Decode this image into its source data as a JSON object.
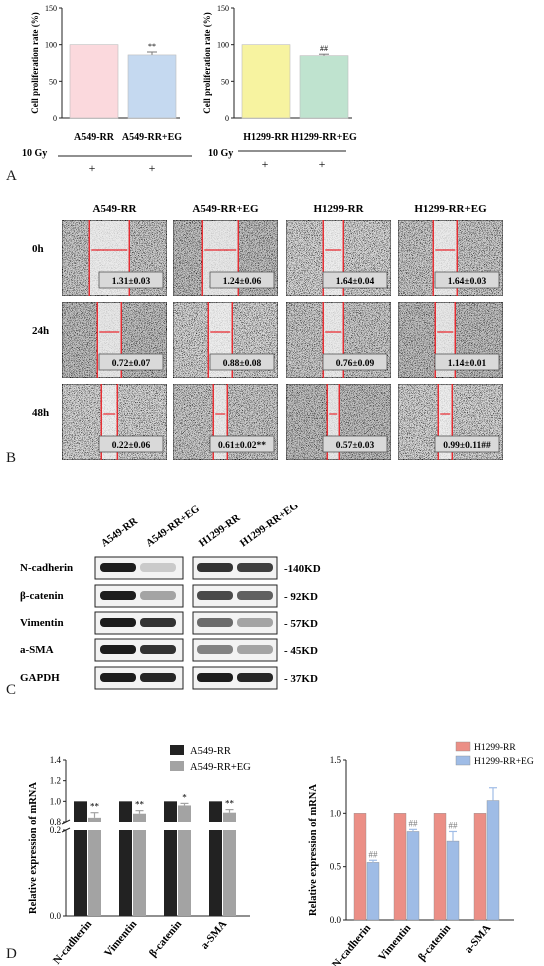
{
  "panels": {
    "A": "A",
    "B": "B",
    "C": "C",
    "D": "D"
  },
  "panel_a": {
    "condition_label": "10 Gy",
    "plus": "+",
    "left": {
      "ylabel": "Cell proliferation rate (%)",
      "categories": [
        "A549-RR",
        "A549-RR+EG"
      ],
      "values": [
        100,
        86
      ],
      "errors": [
        0,
        4
      ],
      "colors": [
        "#fbd9dd",
        "#c5d9f0"
      ],
      "annotations": [
        "",
        "**"
      ],
      "ylim": [
        0,
        150
      ],
      "yticks": [
        0,
        50,
        100,
        150
      ]
    },
    "right": {
      "ylabel": "Cell proliferation rate (%)",
      "categories": [
        "H1299-RR",
        "H1299-RR+EG"
      ],
      "values": [
        100,
        85
      ],
      "errors": [
        0,
        2
      ],
      "colors": [
        "#f7f3a0",
        "#bfe3cf"
      ],
      "annotations": [
        "",
        "##"
      ],
      "ylim": [
        0,
        150
      ],
      "yticks": [
        0,
        50,
        100,
        150
      ]
    }
  },
  "panel_b": {
    "columns": [
      "A549-RR",
      "A549-RR+EG",
      "H1299-RR",
      "H1299-RR+EG"
    ],
    "rows": [
      "0h",
      "24h",
      "48h"
    ],
    "values": [
      [
        "1.31±0.03",
        "1.24±0.06",
        "1.64±0.04",
        "1.64±0.03"
      ],
      [
        "0.72±0.07",
        "0.88±0.08",
        "0.76±0.09",
        "1.14±0.01"
      ],
      [
        "0.22±0.06",
        "0.61±0.02**",
        "0.57±0.03",
        "0.99±0.11##"
      ]
    ],
    "line_color": "#e8272d"
  },
  "panel_c": {
    "lanes": [
      "A549-RR",
      "A549-RR+EG",
      "H1299-RR",
      "H1299-RR+EG"
    ],
    "proteins": [
      "N-cadherin",
      "β-catenin",
      "Vimentin",
      "a-SMA",
      "GAPDH"
    ],
    "weights": [
      "-140KD",
      "- 92KD",
      "- 57KD",
      "- 45KD",
      "- 37KD"
    ]
  },
  "panel_d": {
    "left": {
      "ylabel": "Relative expression of mRNA",
      "categories": [
        "N-cadherin",
        "Vimentin",
        "β-catenin",
        "a-SMA"
      ],
      "series": [
        {
          "name": "A549-RR",
          "values": [
            1.0,
            1.0,
            1.0,
            1.0
          ],
          "errors": [
            0,
            0,
            0,
            0
          ],
          "color": "#222222"
        },
        {
          "name": "A549-RR+EG",
          "values": [
            0.84,
            0.88,
            0.96,
            0.89
          ],
          "errors": [
            0.05,
            0.03,
            0.02,
            0.03
          ],
          "color": "#a3a3a3"
        }
      ],
      "annotations": [
        "**",
        "**",
        "*",
        "**"
      ],
      "yticks_top": [
        "1.4",
        "1.2",
        "1.0",
        "0.8"
      ],
      "yticks_bottom": [
        "0.2",
        "0.0"
      ]
    },
    "right": {
      "ylabel": "Relative expression of mRNA",
      "categories": [
        "N-cadherin",
        "Vimentin",
        "β-catenin",
        "a-SMA"
      ],
      "series": [
        {
          "name": "H1299-RR",
          "values": [
            1.0,
            1.0,
            1.0,
            1.0
          ],
          "errors": [
            0,
            0,
            0,
            0
          ],
          "color": "#eb8f86"
        },
        {
          "name": "H1299-RR+EG",
          "values": [
            0.54,
            0.83,
            0.74,
            1.12
          ],
          "errors": [
            0.02,
            0.02,
            0.09,
            0.12
          ],
          "color": "#9fbce6"
        }
      ],
      "annotations": [
        "##",
        "##",
        "##",
        ""
      ],
      "ylim": [
        0,
        1.5
      ],
      "yticks": [
        "0.0",
        "0.5",
        "1.0",
        "1.5"
      ]
    }
  },
  "chart_data": [
    {
      "type": "bar",
      "categories": [
        "A549-RR",
        "A549-RR+EG"
      ],
      "values": [
        100,
        86
      ],
      "ylabel": "Cell proliferation rate (%)",
      "ylim": [
        0,
        150
      ]
    },
    {
      "type": "bar",
      "categories": [
        "H1299-RR",
        "H1299-RR+EG"
      ],
      "values": [
        100,
        85
      ],
      "ylabel": "Cell proliferation rate (%)",
      "ylim": [
        0,
        150
      ]
    },
    {
      "type": "bar",
      "categories": [
        "N-cadherin",
        "Vimentin",
        "β-catenin",
        "a-SMA"
      ],
      "series": [
        {
          "name": "A549-RR",
          "values": [
            1.0,
            1.0,
            1.0,
            1.0
          ]
        },
        {
          "name": "A549-RR+EG",
          "values": [
            0.84,
            0.88,
            0.96,
            0.89
          ]
        }
      ],
      "ylabel": "Relative expression of mRNA"
    },
    {
      "type": "bar",
      "categories": [
        "N-cadherin",
        "Vimentin",
        "β-catenin",
        "a-SMA"
      ],
      "series": [
        {
          "name": "H1299-RR",
          "values": [
            1.0,
            1.0,
            1.0,
            1.0
          ]
        },
        {
          "name": "H1299-RR+EG",
          "values": [
            0.54,
            0.83,
            0.74,
            1.12
          ]
        }
      ],
      "ylabel": "Relative expression of mRNA",
      "ylim": [
        0,
        1.5
      ]
    }
  ]
}
